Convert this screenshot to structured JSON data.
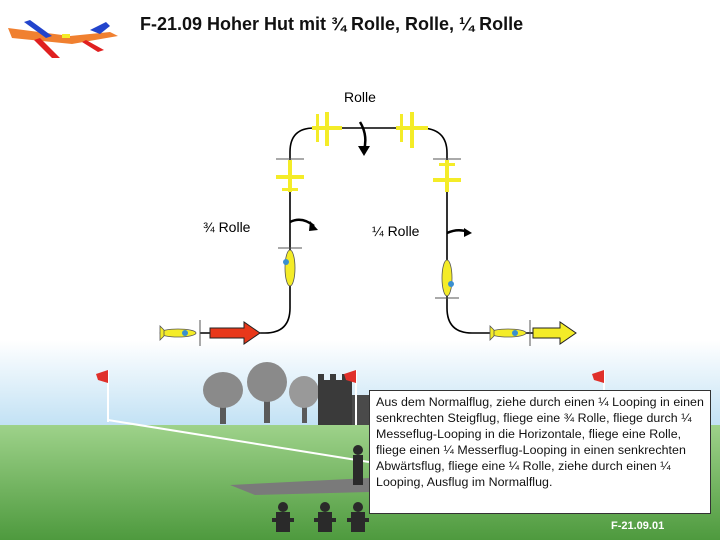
{
  "title": "F-21.09 Hoher Hut mit ¾ Rolle, Rolle, ¼ Rolle",
  "labels": {
    "top": "Rolle",
    "left": "¾ Rolle",
    "right": "¼ Rolle"
  },
  "description": "Aus dem Normalflug, ziehe durch einen ¼ Looping in einen senkrechten Steigflug, fliege eine ¾ Rolle, fliege durch ¼ Messeflug-Looping in die Horizontale, fliege eine Rolle, fliege einen ¼ Messerflug-Looping in einen senkrechten Abwärtsflug, fliege eine ¼ Rolle, ziehe durch einen ¼ Looping, Ausflug im Normalflug.",
  "footer": "F-21.09.01",
  "colors": {
    "entry_arrow": "#e8381a",
    "exit_arrow": "#f4ec28",
    "sky": "#bfe0f4",
    "grass": "#7fc46a",
    "flag": "#e0302a"
  }
}
